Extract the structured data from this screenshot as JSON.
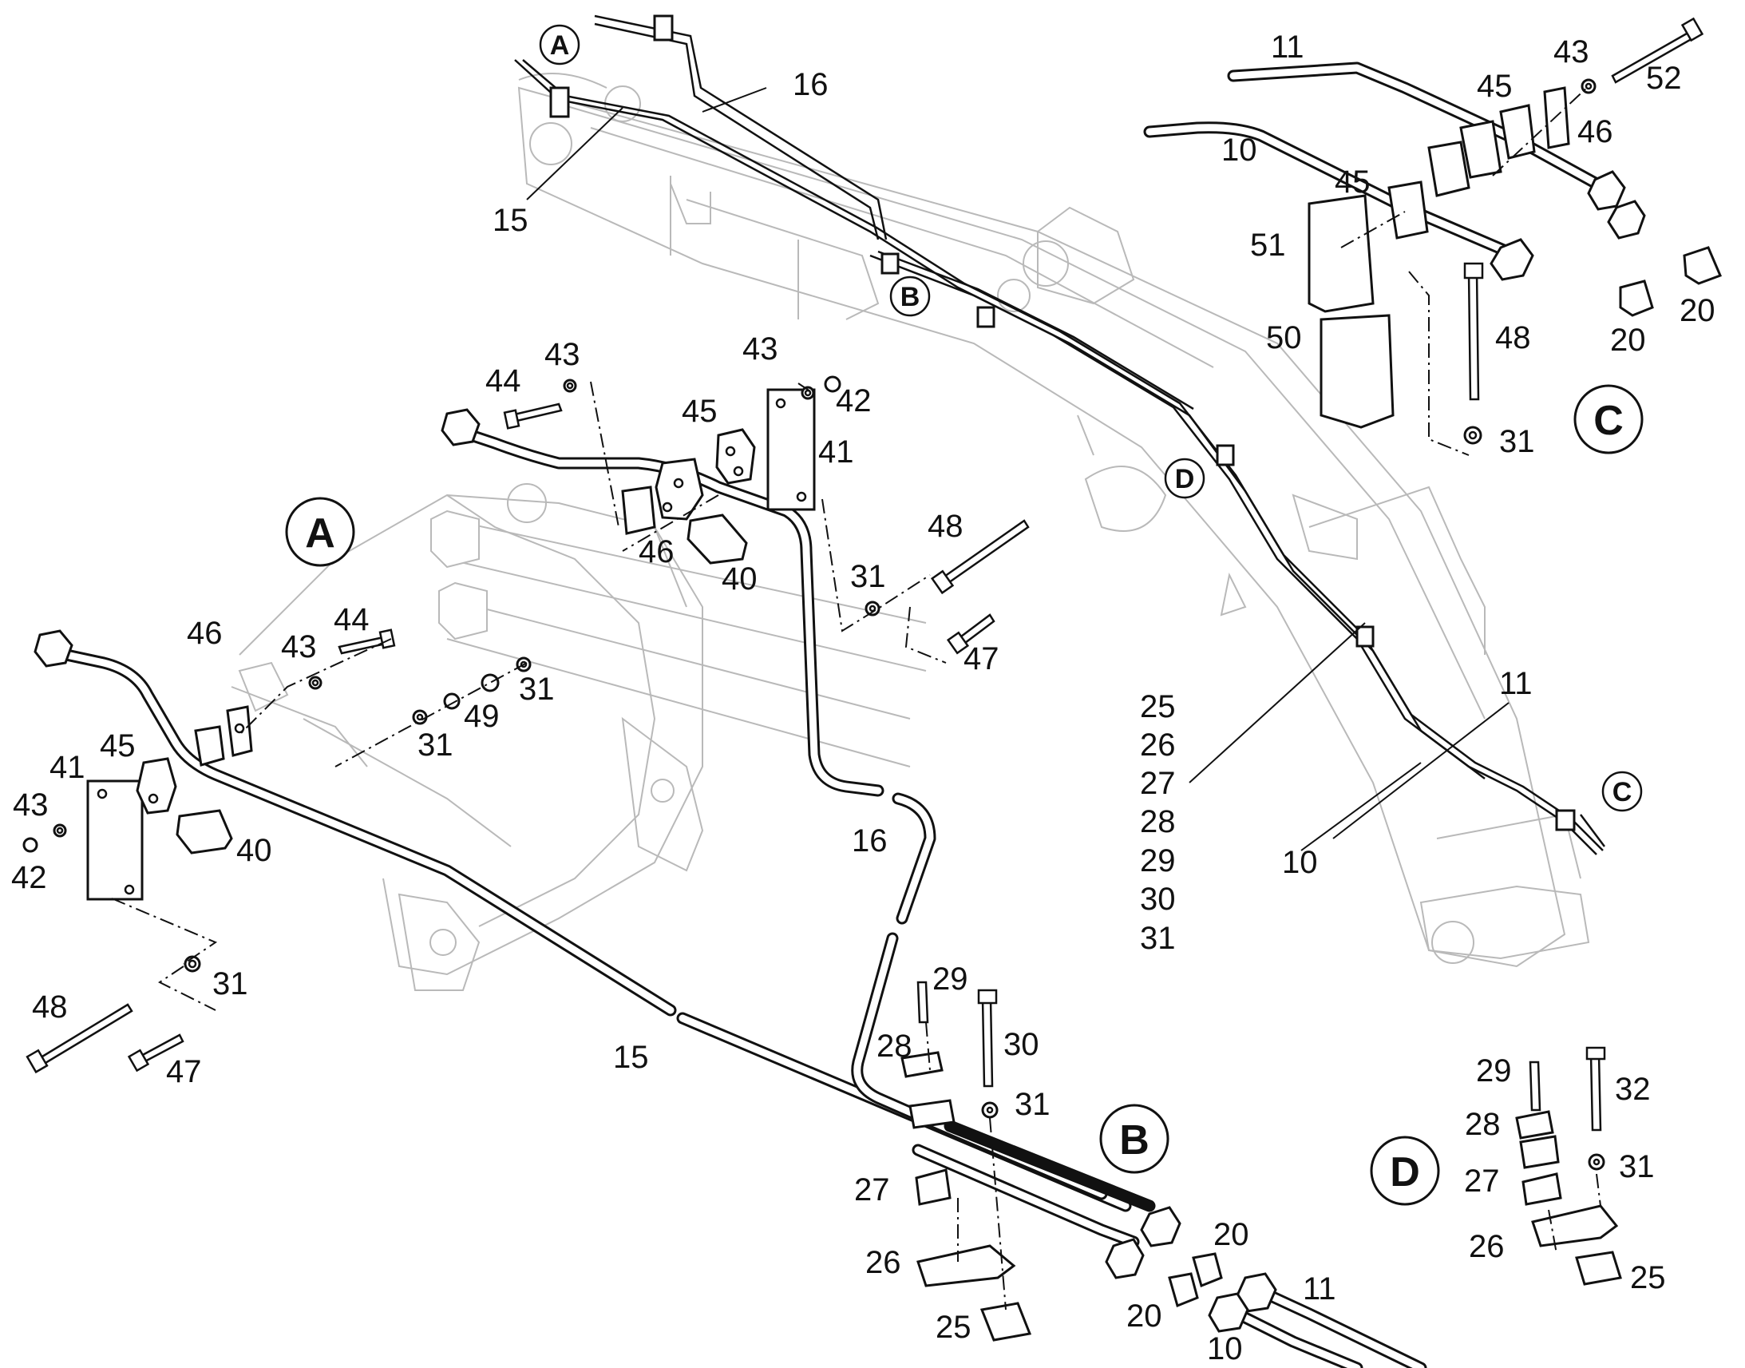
{
  "callouts": {
    "A": "A",
    "B": "B",
    "C": "C",
    "D": "D"
  },
  "labels": {
    "p10": "10",
    "p11": "11",
    "p15": "15",
    "p16": "16",
    "p20": "20",
    "p25": "25",
    "p26": "26",
    "p27": "27",
    "p28": "28",
    "p29": "29",
    "p30": "30",
    "p31": "31",
    "p32": "32",
    "p40": "40",
    "p41": "41",
    "p42": "42",
    "p43": "43",
    "p44": "44",
    "p45": "45",
    "p46": "46",
    "p47": "47",
    "p48": "48",
    "p49": "49",
    "p50": "50",
    "p51": "51",
    "p52": "52"
  },
  "list": [
    "25",
    "26",
    "27",
    "28",
    "29",
    "30",
    "31"
  ]
}
